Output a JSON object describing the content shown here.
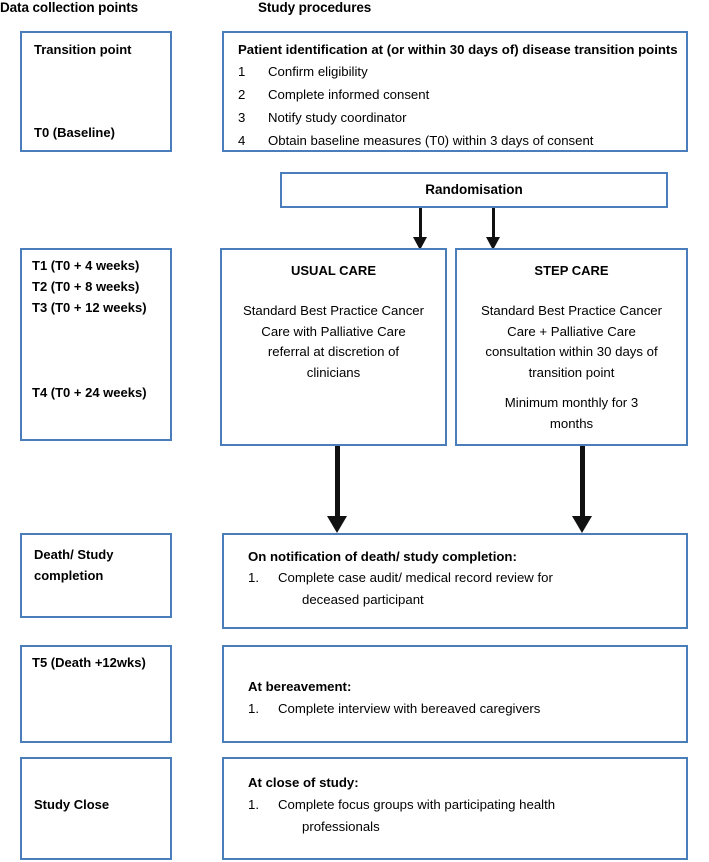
{
  "headers": {
    "left": "Data collection points",
    "right": "Study procedures"
  },
  "colors": {
    "box_border": "#4a7ebb",
    "arrow": "#111111",
    "background": "#ffffff",
    "text": "#000000"
  },
  "left_column": {
    "boxes": [
      {
        "id": "transition-point",
        "lines": [
          "Transition point",
          "T0 (Baseline)"
        ]
      },
      {
        "id": "timepoints-t1-t4",
        "lines": [
          "T1 (T0 + 4 weeks)",
          "T2 (T0 + 8 weeks)",
          "T3 (T0 + 12 weeks)",
          "T4 (T0 + 24 weeks)"
        ]
      },
      {
        "id": "death-study-completion",
        "lines": [
          "Death/ Study",
          "completion"
        ]
      },
      {
        "id": "t5-death-plus-12wks",
        "lines": [
          "T5 (Death +12wks)"
        ]
      },
      {
        "id": "study-close",
        "lines": [
          "Study Close"
        ]
      }
    ],
    "labels": {
      "transition_point": "Transition point",
      "t0_baseline": "T0 (Baseline)",
      "t1": "T1 (T0 + 4 weeks)",
      "t2": "T2 (T0 + 8 weeks)",
      "t3": "T3 (T0 + 12 weeks)",
      "t4": "T4 (T0 + 24 weeks)",
      "death_line1": "Death/ Study",
      "death_line2": "completion",
      "t5": "T5 (Death +12wks)",
      "study_close": "Study Close"
    }
  },
  "procedures": {
    "patient_identification": {
      "heading": "Patient identification at (or within 30 days of) disease transition points",
      "items": [
        {
          "number": "1",
          "text": "Confirm eligibility"
        },
        {
          "number": "2",
          "text": "Complete informed consent"
        },
        {
          "number": "3",
          "text": "Notify study coordinator"
        },
        {
          "number": "4",
          "text": "Obtain baseline measures (T0) within 3 days of consent"
        }
      ]
    },
    "randomisation": {
      "label": "Randomisation"
    },
    "usual_care": {
      "title": "USUAL CARE",
      "body_lines": [
        "Standard Best Practice Cancer",
        "Care with Palliative Care",
        "referral at discretion of",
        "clinicians"
      ]
    },
    "step_care": {
      "title": "STEP CARE",
      "body_lines": [
        "Standard Best Practice Cancer",
        "Care + Palliative Care",
        "consultation within 30 days of",
        "transition point"
      ],
      "body_lines_2": [
        "Minimum monthly for 3",
        "months"
      ]
    },
    "death_notification": {
      "heading": "On notification of death/ study completion:",
      "items": [
        {
          "number": "1.",
          "text_line1": "Complete case audit/ medical record review for",
          "text_line2": "deceased participant"
        }
      ]
    },
    "bereavement": {
      "heading": "At bereavement:",
      "items": [
        {
          "number": "1.",
          "text_line1": "Complete interview with bereaved caregivers",
          "text_line2": ""
        }
      ]
    },
    "study_close": {
      "heading": "At close of study:",
      "items": [
        {
          "number": "1.",
          "text_line1": "Complete focus groups with participating health",
          "text_line2": "professionals"
        }
      ]
    }
  },
  "arrows": [
    {
      "id": "randomisation-to-usual-care",
      "style": "thin"
    },
    {
      "id": "randomisation-to-step-care",
      "style": "thin"
    },
    {
      "id": "usual-care-to-death-notification",
      "style": "thick"
    },
    {
      "id": "step-care-to-death-notification",
      "style": "thick"
    }
  ]
}
